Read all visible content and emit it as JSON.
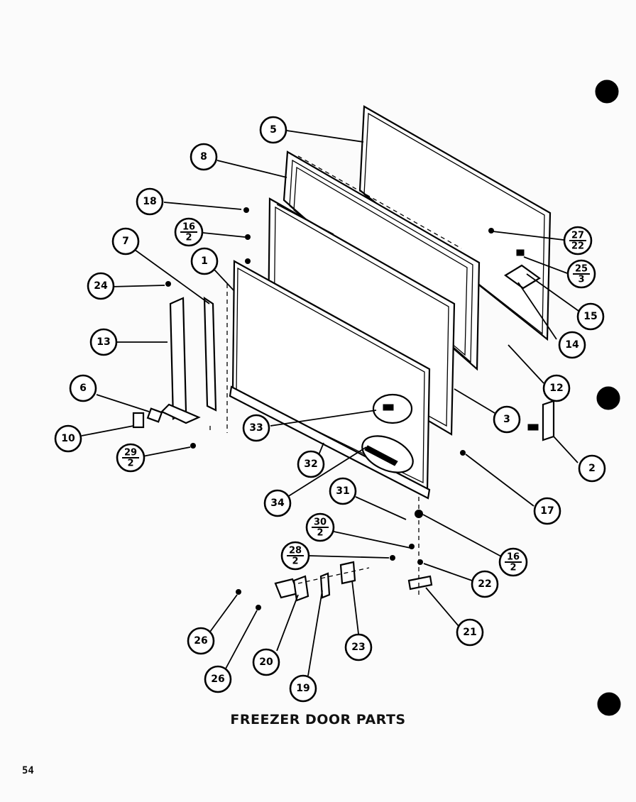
{
  "title": "FREEZER DOOR PARTS",
  "page_number": "54",
  "callouts": [
    {
      "id": "c5",
      "text": "5"
    },
    {
      "id": "c8",
      "text": "8"
    },
    {
      "id": "c18",
      "text": "18"
    },
    {
      "id": "c16a",
      "num": "16",
      "den": "2"
    },
    {
      "id": "c7",
      "text": "7"
    },
    {
      "id": "c1",
      "text": "1"
    },
    {
      "id": "c24",
      "text": "24"
    },
    {
      "id": "c13",
      "text": "13"
    },
    {
      "id": "c6",
      "text": "6"
    },
    {
      "id": "c10",
      "text": "10"
    },
    {
      "id": "c29",
      "num": "29",
      "den": "2"
    },
    {
      "id": "c27",
      "num": "27",
      "den": "22"
    },
    {
      "id": "c25",
      "num": "25",
      "den": "3"
    },
    {
      "id": "c15",
      "text": "15"
    },
    {
      "id": "c14",
      "text": "14"
    },
    {
      "id": "c12",
      "text": "12"
    },
    {
      "id": "c3",
      "text": "3"
    },
    {
      "id": "c2",
      "text": "2"
    },
    {
      "id": "c33",
      "text": "33"
    },
    {
      "id": "c32",
      "text": "32"
    },
    {
      "id": "c34",
      "text": "34"
    },
    {
      "id": "c17",
      "text": "17"
    },
    {
      "id": "c31",
      "text": "31"
    },
    {
      "id": "c30",
      "num": "30",
      "den": "2"
    },
    {
      "id": "c16b",
      "num": "16",
      "den": "2"
    },
    {
      "id": "c28",
      "num": "28",
      "den": "2"
    },
    {
      "id": "c22",
      "text": "22"
    },
    {
      "id": "c26a",
      "text": "26"
    },
    {
      "id": "c20",
      "text": "20"
    },
    {
      "id": "c23",
      "text": "23"
    },
    {
      "id": "c21",
      "text": "21"
    },
    {
      "id": "c26b",
      "text": "26"
    },
    {
      "id": "c19",
      "text": "19"
    }
  ]
}
